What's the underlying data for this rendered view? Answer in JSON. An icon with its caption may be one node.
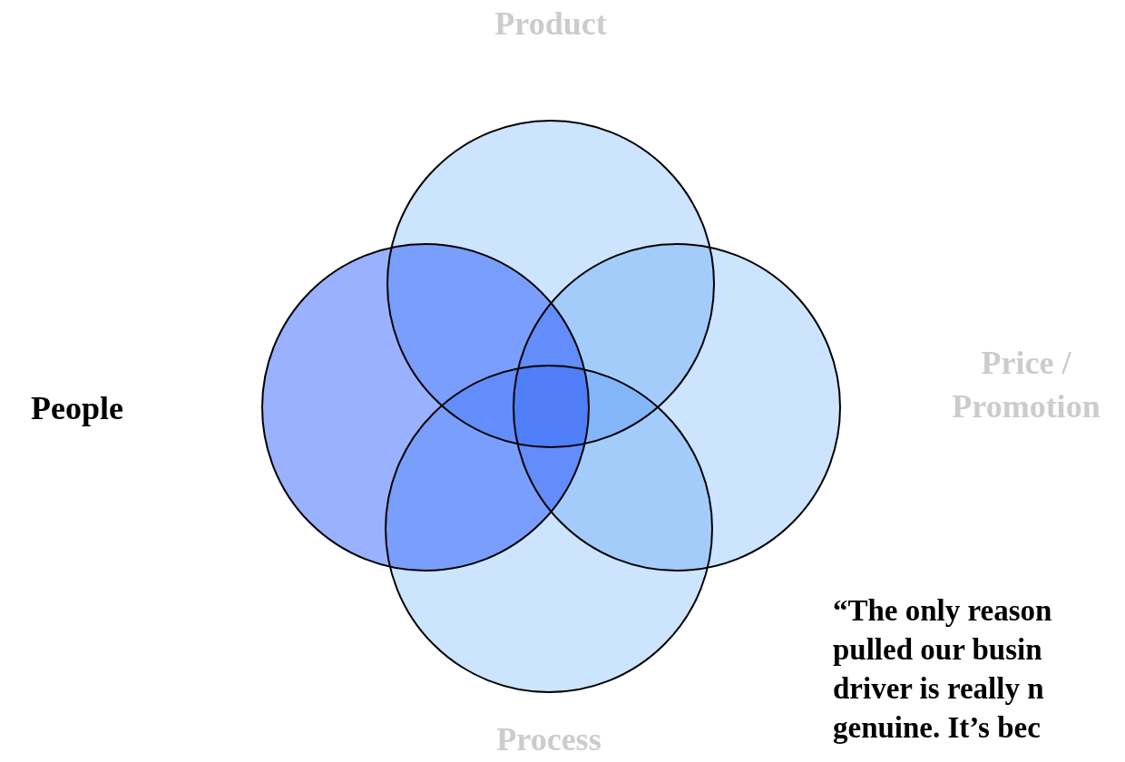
{
  "diagram": {
    "nodes": [
      {
        "text": [
          "Product"
        ]
      },
      {
        "text": [
          "People"
        ]
      },
      {
        "text": [
          "Price / Promotion"
        ]
      },
      {
        "text": [
          "Process"
        ]
      }
    ],
    "labels": [
      "“The only reason pulled our busin driver is really n genuine. It’s bec"
    ]
  }
}
